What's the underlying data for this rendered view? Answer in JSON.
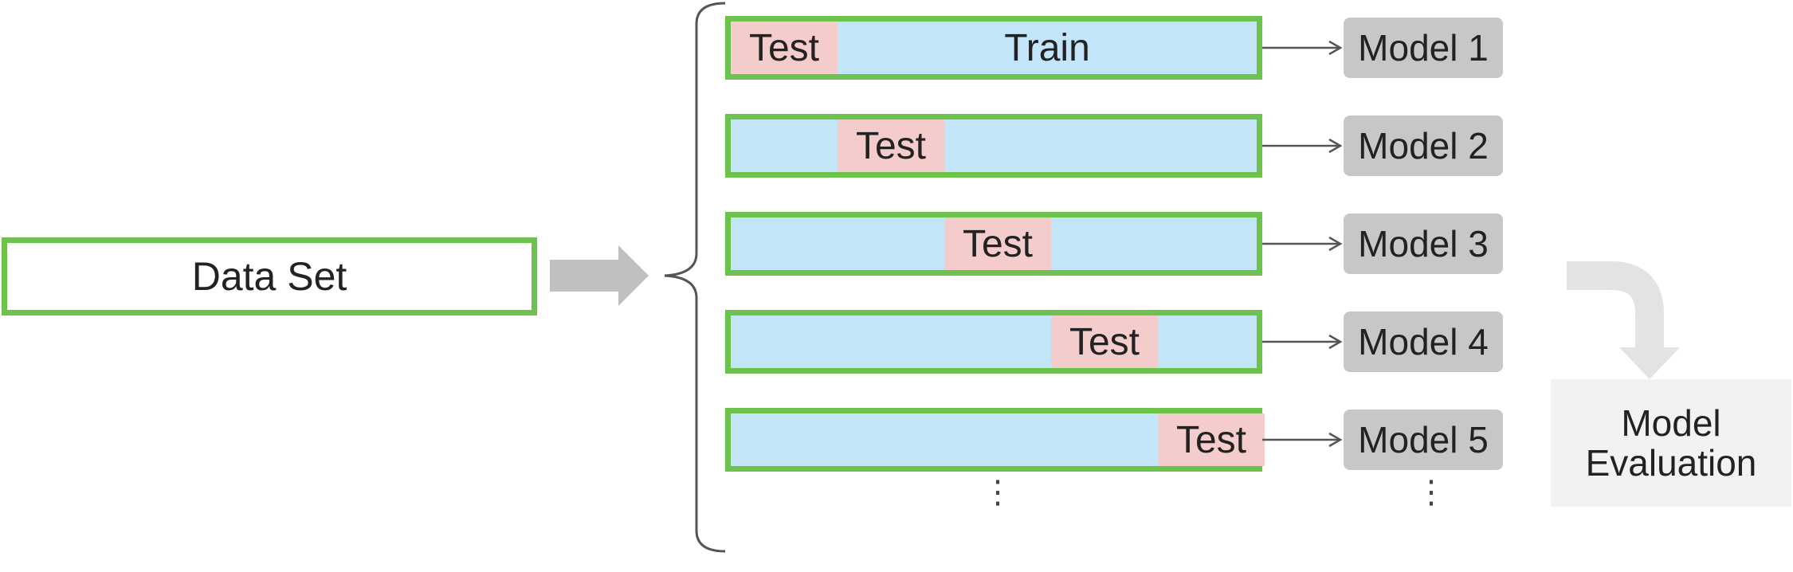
{
  "dataset": {
    "label": "Data Set"
  },
  "folds": [
    {
      "test_label": "Test",
      "train_label": "Train",
      "test_index": 0,
      "model": "Model 1"
    },
    {
      "test_label": "Test",
      "train_label": "",
      "test_index": 1,
      "model": "Model 2"
    },
    {
      "test_label": "Test",
      "train_label": "",
      "test_index": 2,
      "model": "Model 3"
    },
    {
      "test_label": "Test",
      "train_label": "",
      "test_index": 3,
      "model": "Model 4"
    },
    {
      "test_label": "Test",
      "train_label": "",
      "test_index": 4,
      "model": "Model 5"
    }
  ],
  "continuation": "⋮",
  "evaluation": {
    "line1": "Model",
    "line2": "Evaluation"
  },
  "colors": {
    "border": "#6cc24a",
    "train_fill": "#c2e6f8",
    "test_fill": "#f4cccc",
    "model_fill": "#c7c7c7",
    "arrow_gray": "#bfbfbf",
    "eval_fill": "#f1f2f3"
  }
}
